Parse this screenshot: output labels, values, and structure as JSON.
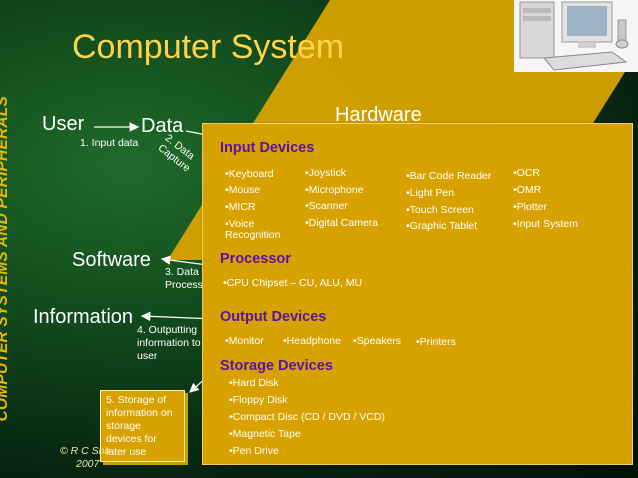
{
  "title": "Computer System",
  "side_title": "COMPUTER SYSTEMS AND PERIPHERALS",
  "left": {
    "user": "User",
    "data": "Data",
    "software": "Software",
    "information": "Information",
    "hardware": "Hardware"
  },
  "steps": {
    "s1": "1. Input data",
    "s2a": "2. Data",
    "s2b": "Capture",
    "s3a": "3. Data",
    "s3b": "Processing",
    "s4a": "4. Outputting",
    "s4b": "information to",
    "s4c": "user",
    "s5a": "5. Storage of",
    "s5b": "information on",
    "s5c": "storage",
    "s5d": "devices for",
    "s5e": "later use"
  },
  "panel": {
    "input_title": "Input Devices",
    "input_col1": [
      "•Keyboard",
      "•Mouse",
      "•MICR",
      "•Voice",
      "Recognition"
    ],
    "input_col2": [
      "•Joystick",
      "•Microphone",
      "•Scanner",
      "•Digital  Camera"
    ],
    "input_col3": [
      "•Bar Code Reader",
      "•Light Pen",
      "•Touch Screen",
      "•Graphic Tablet"
    ],
    "input_col4": [
      "•OCR",
      "•OMR",
      "•Plotter",
      "•Input System"
    ],
    "processor_title": "Processor",
    "processor_item": "•CPU Chipset – CU, ALU, MU",
    "output_title": "Output Devices",
    "output_items": [
      "•Monitor",
      "•Headphone",
      "•Speakers",
      "•Printers"
    ],
    "storage_title": "Storage Devices",
    "storage_items": [
      "•Hard Disk",
      "•Floppy Disk",
      "•Compact  Disc (CD / DVD / VCD)",
      "•Magnetic Tape",
      "•Pen Drive"
    ]
  },
  "copyright_a": "© R C Sha",
  "copyright_b": "2007",
  "colors": {
    "panel": "#d7a200",
    "section_title": "#5a12a8",
    "title": "#ffd24a",
    "side_title": "#e8b700"
  }
}
